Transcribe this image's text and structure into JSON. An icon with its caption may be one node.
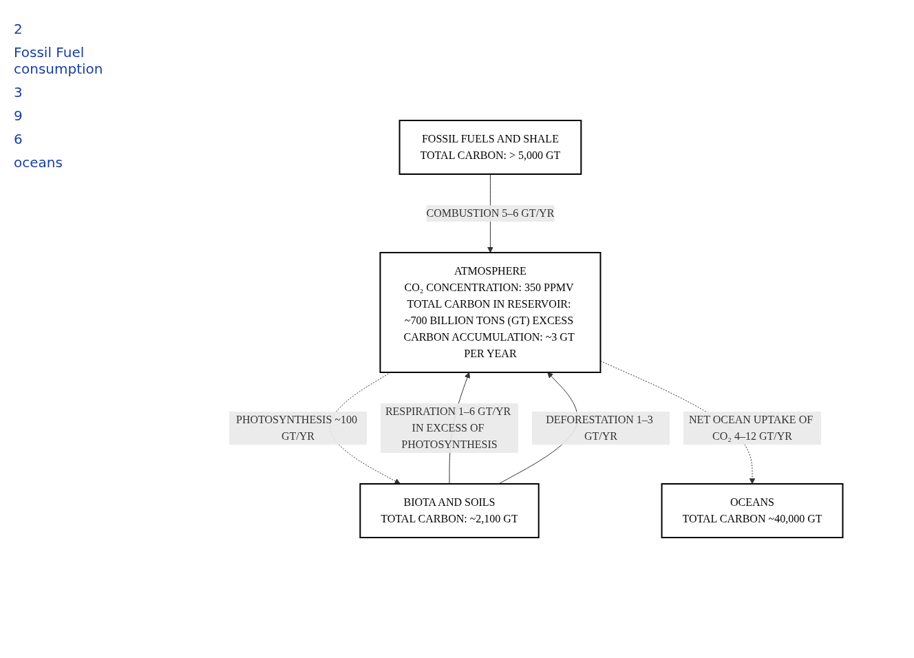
{
  "diagram": {
    "nodes": [
      {
        "text": [
          "ATMOSPHERE",
          "CO₂ CONCENTRATION: 350 PPMV TOTAL CARBON IN RESERVOIR: ~700 BILLION TONS (GT) EXCESS CARBON ACCUMULATION: ~3 GT PER YEAR"
        ]
      },
      {
        "text": [
          "FOSSIL FUELS AND SHALE",
          "TOTAL CARBON: > 5,000 GT"
        ]
      },
      {
        "text": [
          "OCEANS",
          "TOTAL CARBON ~40,000 GT"
        ]
      },
      {
        "text": [
          "BIOTA AND SOILS",
          "TOTAL CARBON: ~2,100 GT"
        ]
      }
    ],
    "edges": [
      {
        "from": 1,
        "to": 0,
        "arrow": "to",
        "label": "COMBUSTION 5–6 GT/YR"
      },
      {
        "from": 0,
        "to": 3,
        "arrow": "to",
        "label": "PHOTOSYNTHESIS ~100 GT/YR",
        "style": "dashed"
      },
      {
        "from": 3,
        "to": 0,
        "arrow": "to",
        "label": "RESPIRATION 1–6 GT/YR IN EXCESS OF PHOTOSYNTHESIS"
      },
      {
        "from": 3,
        "to": 0,
        "arrow": "to",
        "label": "DEFORESTATION 1–3 GT/YR"
      },
      {
        "from": 0,
        "to": 2,
        "arrow": "to",
        "label": "NET OCEAN UPTAKE OF CO₂ 4–12 GT/YR",
        "style": "dashed"
      }
    ],
    "labels": [
      "2",
      "Fossil Fuel consumption",
      "3",
      "9",
      "6",
      "oceans"
    ]
  }
}
